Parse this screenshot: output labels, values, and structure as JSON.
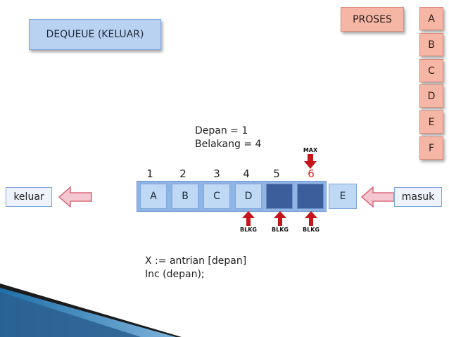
{
  "title": "DEQUEUE (KELUAR)",
  "proses_label": "PROSES",
  "stack": [
    "A",
    "B",
    "C",
    "D",
    "E",
    "F"
  ],
  "info": {
    "depan": "Depan = 1",
    "belakang": "Belakang = 4"
  },
  "indices": [
    "1",
    "2",
    "3",
    "4",
    "5",
    "6"
  ],
  "cells": [
    "A",
    "B",
    "C",
    "D",
    "",
    ""
  ],
  "incoming": "E",
  "max_label": "MAX",
  "pointer_labels": [
    "BLKG",
    "BLKG",
    "BLKG"
  ],
  "left_label": "keluar",
  "right_label": "masuk",
  "code": [
    "X := antrian [depan]",
    "Inc (depan);"
  ],
  "colors": {
    "title_fill": "#b9d2f2",
    "salmon_fill": "#f6b6a6",
    "cell_fill": "#bfd8f4",
    "empty_cell": "#3b5f9a",
    "arrow_pink": "#f4c6cf",
    "arrow_red": "#c4161c",
    "index_max": "#e0211a"
  }
}
